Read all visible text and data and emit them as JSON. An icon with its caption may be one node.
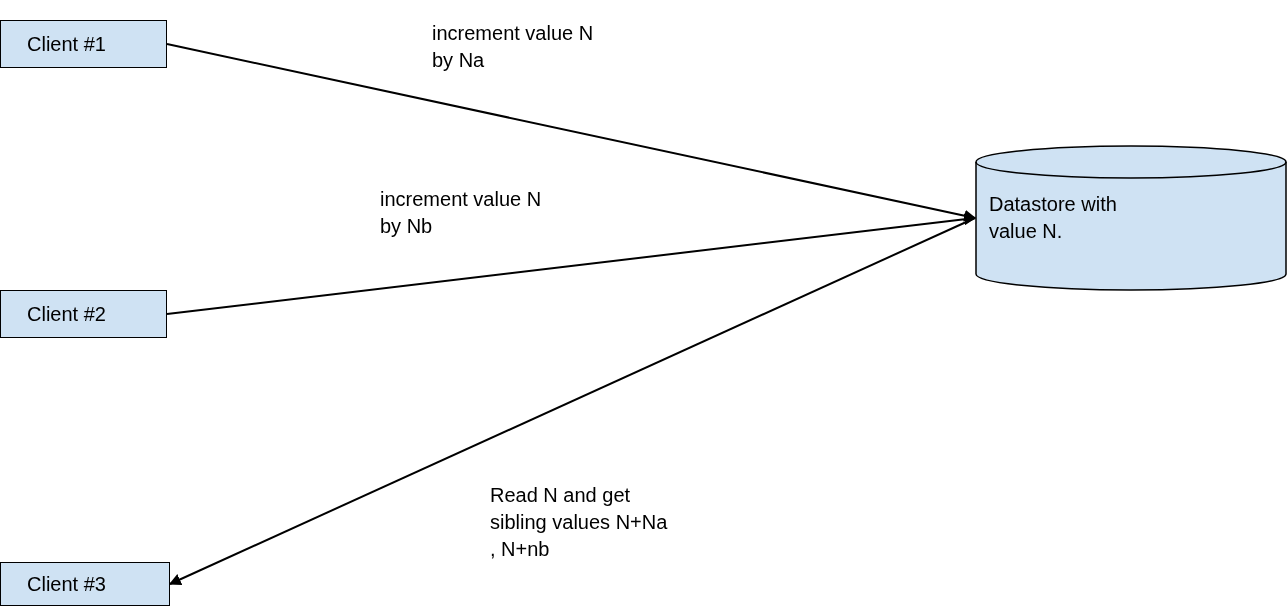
{
  "diagram": {
    "nodes": [
      {
        "text": [
          "Client #1"
        ]
      },
      {
        "text": [
          "Client #2"
        ]
      },
      {
        "text": [
          "Client #3"
        ]
      },
      {
        "text": [
          "Datastore with value N."
        ]
      }
    ],
    "edges": [
      {
        "from": 0,
        "to": 3,
        "arrow": "to",
        "label": "increment value N by Na"
      },
      {
        "from": 1,
        "to": 3,
        "arrow": "to",
        "label": "increment value N by Nb"
      },
      {
        "from": 3,
        "to": 2,
        "arrow": "to",
        "label": "Read N and get sibling values N+Na , N+nb"
      }
    ]
  }
}
